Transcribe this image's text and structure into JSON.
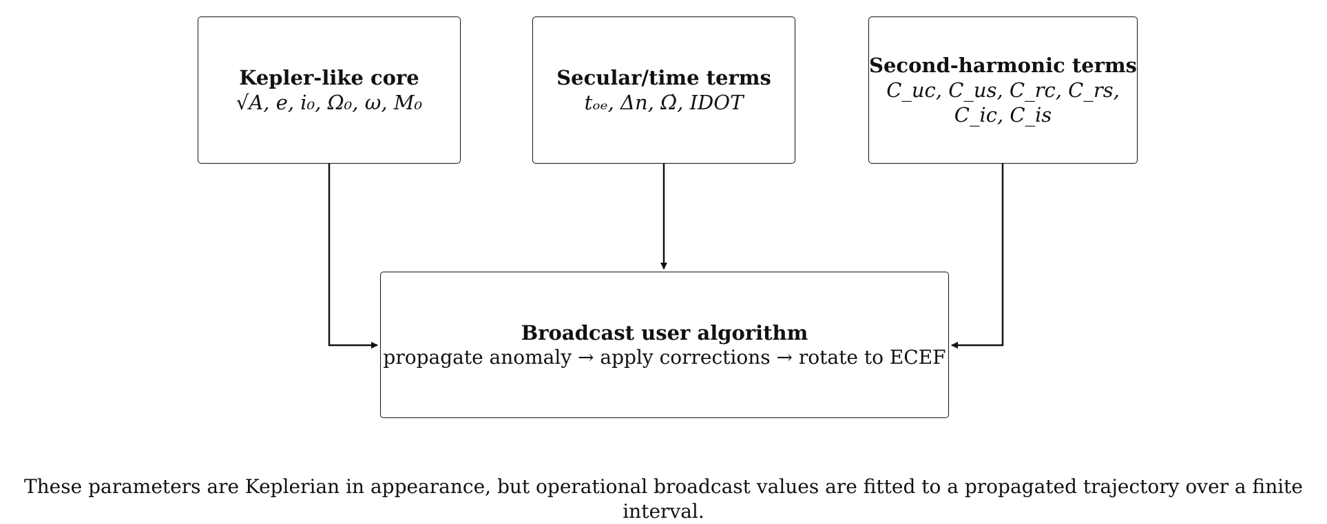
{
  "boxes": {
    "kepler": {
      "title": "Kepler-like core",
      "params": "√A, e, i₀, Ω₀, ω, M₀"
    },
    "secular": {
      "title": "Secular/time terms",
      "params": "tₒₑ, Δn, Ω̇, IDOT"
    },
    "harmonic": {
      "title": "Second-harmonic terms",
      "params": "C_uc, C_us, C_rc, C_rs, C_ic, C_is"
    },
    "algorithm": {
      "title": "Broadcast user algorithm",
      "flow": "propagate anomaly → apply corrections → rotate to ECEF"
    }
  },
  "caption": "These parameters are Keplerian in appearance, but operational broadcast values are fitted to a propagated trajectory over a finite interval."
}
